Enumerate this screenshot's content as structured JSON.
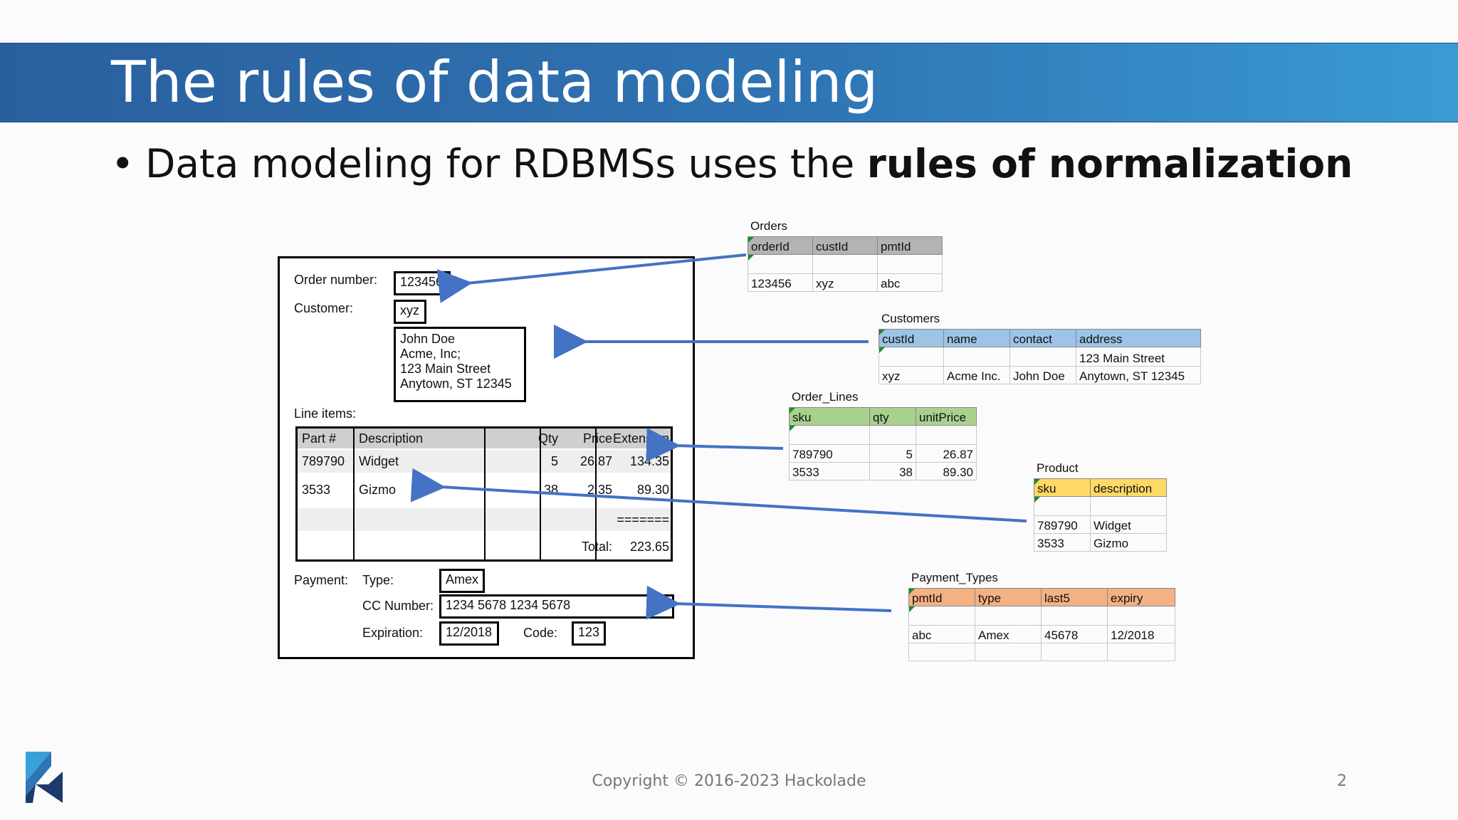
{
  "slide": {
    "title": "The rules of data modeling",
    "bullet_prefix": "Data modeling for RDBMSs uses the ",
    "bullet_bold": "rules of normalization",
    "footer": "Copyright © 2016-2023 Hackolade",
    "page_number": "2"
  },
  "form": {
    "order_number_label": "Order number:",
    "order_number": "123456",
    "customer_label": "Customer:",
    "customer_id": "xyz",
    "address_lines": [
      "John Doe",
      "Acme, Inc;",
      "123 Main Street",
      "Anytown, ST 12345"
    ],
    "line_items_label": "Line items:",
    "columns": [
      "Part #",
      "Description",
      "Qty",
      "Price",
      "Extension"
    ],
    "rows": [
      [
        "789790",
        "Widget",
        "5",
        "26.87",
        "134.35"
      ],
      [
        "3533",
        "Gizmo",
        "38",
        "2.35",
        "89.30"
      ]
    ],
    "separator": "=======",
    "total_label": "Total:",
    "total": "223.65",
    "payment_label": "Payment:",
    "type_label": "Type:",
    "type": "Amex",
    "cc_label": "CC Number:",
    "cc_number": "1234 5678 1234 5678",
    "expiration_label": "Expiration:",
    "expiration": "12/2018",
    "code_label": "Code:",
    "code": "123"
  },
  "tables": {
    "orders": {
      "name": "Orders",
      "color": "#b3b3b3",
      "headers": [
        "orderId",
        "custId",
        "pmtId"
      ],
      "rows": [
        [
          "",
          "",
          ""
        ],
        [
          "123456",
          "xyz",
          "abc"
        ]
      ]
    },
    "customers": {
      "name": "Customers",
      "color": "#9dc3e6",
      "headers": [
        "custId",
        "name",
        "contact",
        "address"
      ],
      "rows": [
        [
          "",
          "",
          "",
          "123 Main Street"
        ],
        [
          "xyz",
          "Acme Inc.",
          "John Doe",
          "Anytown, ST 12345"
        ]
      ]
    },
    "order_lines": {
      "name": "Order_Lines",
      "color": "#a9d18e",
      "headers": [
        "sku",
        "qty",
        "unitPrice"
      ],
      "rows": [
        [
          "",
          "",
          ""
        ],
        [
          "789790",
          "5",
          "26.87"
        ],
        [
          "3533",
          "38",
          "89.30"
        ]
      ]
    },
    "product": {
      "name": "Product",
      "color": "#ffd966",
      "headers": [
        "sku",
        "description"
      ],
      "rows": [
        [
          "",
          ""
        ],
        [
          "789790",
          "Widget"
        ],
        [
          "3533",
          "Gizmo"
        ]
      ]
    },
    "payment_types": {
      "name": "Payment_Types",
      "color": "#f4b183",
      "headers": [
        "pmtId",
        "type",
        "last5",
        "expiry"
      ],
      "rows": [
        [
          "",
          "",
          "",
          ""
        ],
        [
          "abc",
          "Amex",
          "45678",
          "12/2018"
        ],
        [
          "",
          "",
          "",
          ""
        ]
      ]
    }
  },
  "colors": {
    "title_bar": "#2f74b3",
    "arrow": "#4472c4",
    "logo_light": "#3aa0d8",
    "logo_dark": "#1c3a6e"
  },
  "icons": {
    "logo": "hackolade-logo"
  }
}
